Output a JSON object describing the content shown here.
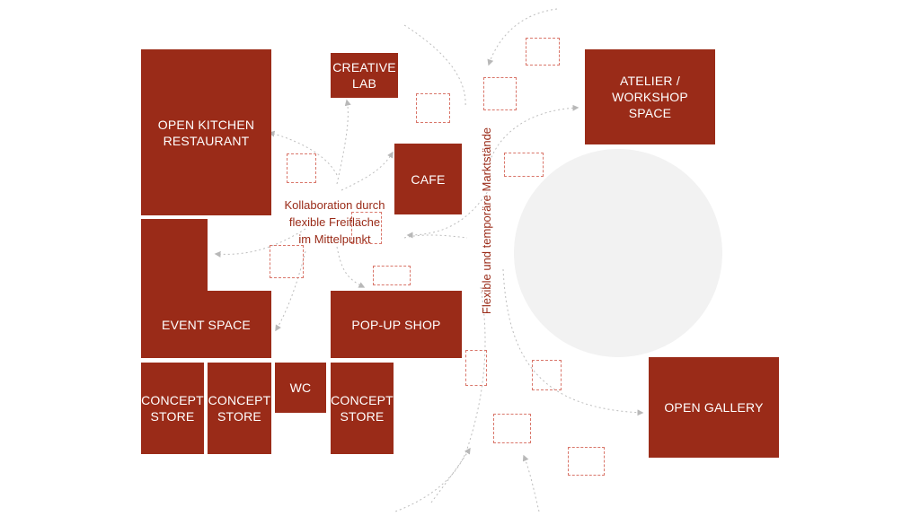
{
  "rooms": {
    "open_kitchen": "OPEN KITCHEN\nRESTAURANT",
    "creative_lab": "CREATIVE\nLAB",
    "cafe": "CAFE",
    "event_space": "EVENT SPACE",
    "popup_shop": "POP-UP SHOP",
    "concept_store_1": "CONCEPT\nSTORE",
    "concept_store_2": "CONCEPT\nSTORE",
    "wc": "WC",
    "concept_store_3": "CONCEPT\nSTORE",
    "atelier": "ATELIER /\nWORKSHOP\nSPACE",
    "open_gallery": "OPEN GALLERY"
  },
  "labels": {
    "center": "Kollaboration durch\nflexible Freifläche\nim Mittelpunkt",
    "vertical": "Flexible und temporäre Marktstände"
  },
  "colors": {
    "room_fill": "#9a2b18",
    "room_text": "#ffffff",
    "stall_border": "#d9766a",
    "arrow": "#b8b8b8",
    "circle": "#f2f2f2"
  },
  "icons": {
    "arrow_head": "arrowhead-icon"
  }
}
